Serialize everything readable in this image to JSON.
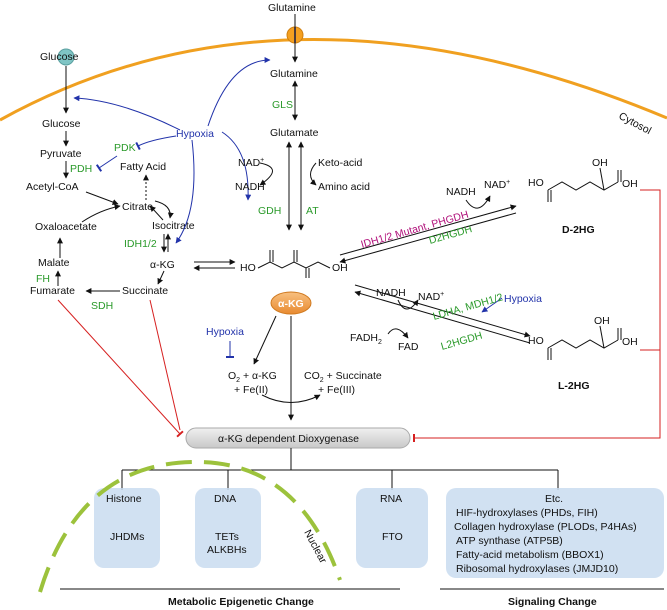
{
  "colors": {
    "membrane": "#f0a020",
    "hypoxia_arrow": "#2233aa",
    "inhibit": "#d62020",
    "enzyme_text": "#2a9a2a",
    "mutant_text": "#b0107a",
    "akg_node": "#f0a050",
    "box_fill": "#c9dcf0",
    "nuclear_dash": "#9cc23c"
  },
  "labels": {
    "glutamine_top": "Glutamine",
    "glucose_top": "Glucose",
    "cytosol": "Cytosol",
    "glucose": "Glucose",
    "pyruvate": "Pyruvate",
    "acetyl_coa": "Acetyl-CoA",
    "fatty_acid": "Fatty Acid",
    "citrate": "Citrate",
    "isocitrate": "Isocitrate",
    "oxaloacetate": "Oxaloacetate",
    "malate": "Malate",
    "akg_left": "α-KG",
    "fumarate": "Fumarate",
    "succinate": "Succinate",
    "hypoxia_1": "Hypoxia",
    "pdk": "PDK",
    "pdh": "PDH",
    "idh12": "IDH1/2",
    "fh": "FH",
    "sdh": "SDH",
    "glutamine_mid": "Glutamine",
    "gls": "GLS",
    "glutamate": "Glutamate",
    "nad_plus_1": "NAD",
    "nadh_1": "NADH",
    "keto_acid": "Keto-acid",
    "amino_acid": "Amino acid",
    "gdh": "GDH",
    "at": "AT",
    "akg_center": "α-KG",
    "hypoxia_2": "Hypoxia",
    "o2_line1": "O",
    "o2_line1b": " + α-KG",
    "o2_line2": "+ Fe(II)",
    "co2_line1": "CO",
    "co2_line1b": " + Succinate",
    "co2_line2": "+ Fe(III)",
    "nadh_d": "NADH",
    "nad_plus_d": "NAD",
    "idh_mutant": "IDH1/2 Mutant, PHGDH",
    "d2hgdh": "D2HGDH",
    "d2hg": "D-2HG",
    "nadh_l": "NADH",
    "nad_plus_l": "NAD",
    "hypoxia_3": "Hypoxia",
    "fadh2": "FADH",
    "fad": "FAD",
    "ldha": "LDHA, MDH1/2",
    "l2hgdh": "L2HGDH",
    "l2hg": "L-2HG",
    "dioxygenase": "α-KG dependent Dioxygenase",
    "nuclear": "Nuclear",
    "histone": "Histone",
    "jhdms": "JHDMs",
    "dna": "DNA",
    "tets": "TETs",
    "alkbhs": "ALKBHs",
    "rna": "RNA",
    "fto": "FTO",
    "etc": "Etc.",
    "hif": "HIF-hydroxylases (PHDs, FIH)",
    "collagen": "Collagen hydroxylase (PLODs, P4HAs)",
    "atp": "ATP synthase (ATP5B)",
    "fatty_metab": "Fatty-acid metabolism (BBOX1)",
    "ribosomal": "Ribosomal hydroxylases (JMJD10)",
    "metabolic_change": "Metabolic Epigenetic Change",
    "signaling_change": "Signaling Change",
    "oh_d": "OH",
    "oh_l": "OH",
    "ho_akg": "HO",
    "oh_akg": "OH",
    "ho_d": "HO",
    "oh_d2": "OH",
    "ho_l": "HO",
    "oh_l2": "OH",
    "o_label": "O"
  }
}
